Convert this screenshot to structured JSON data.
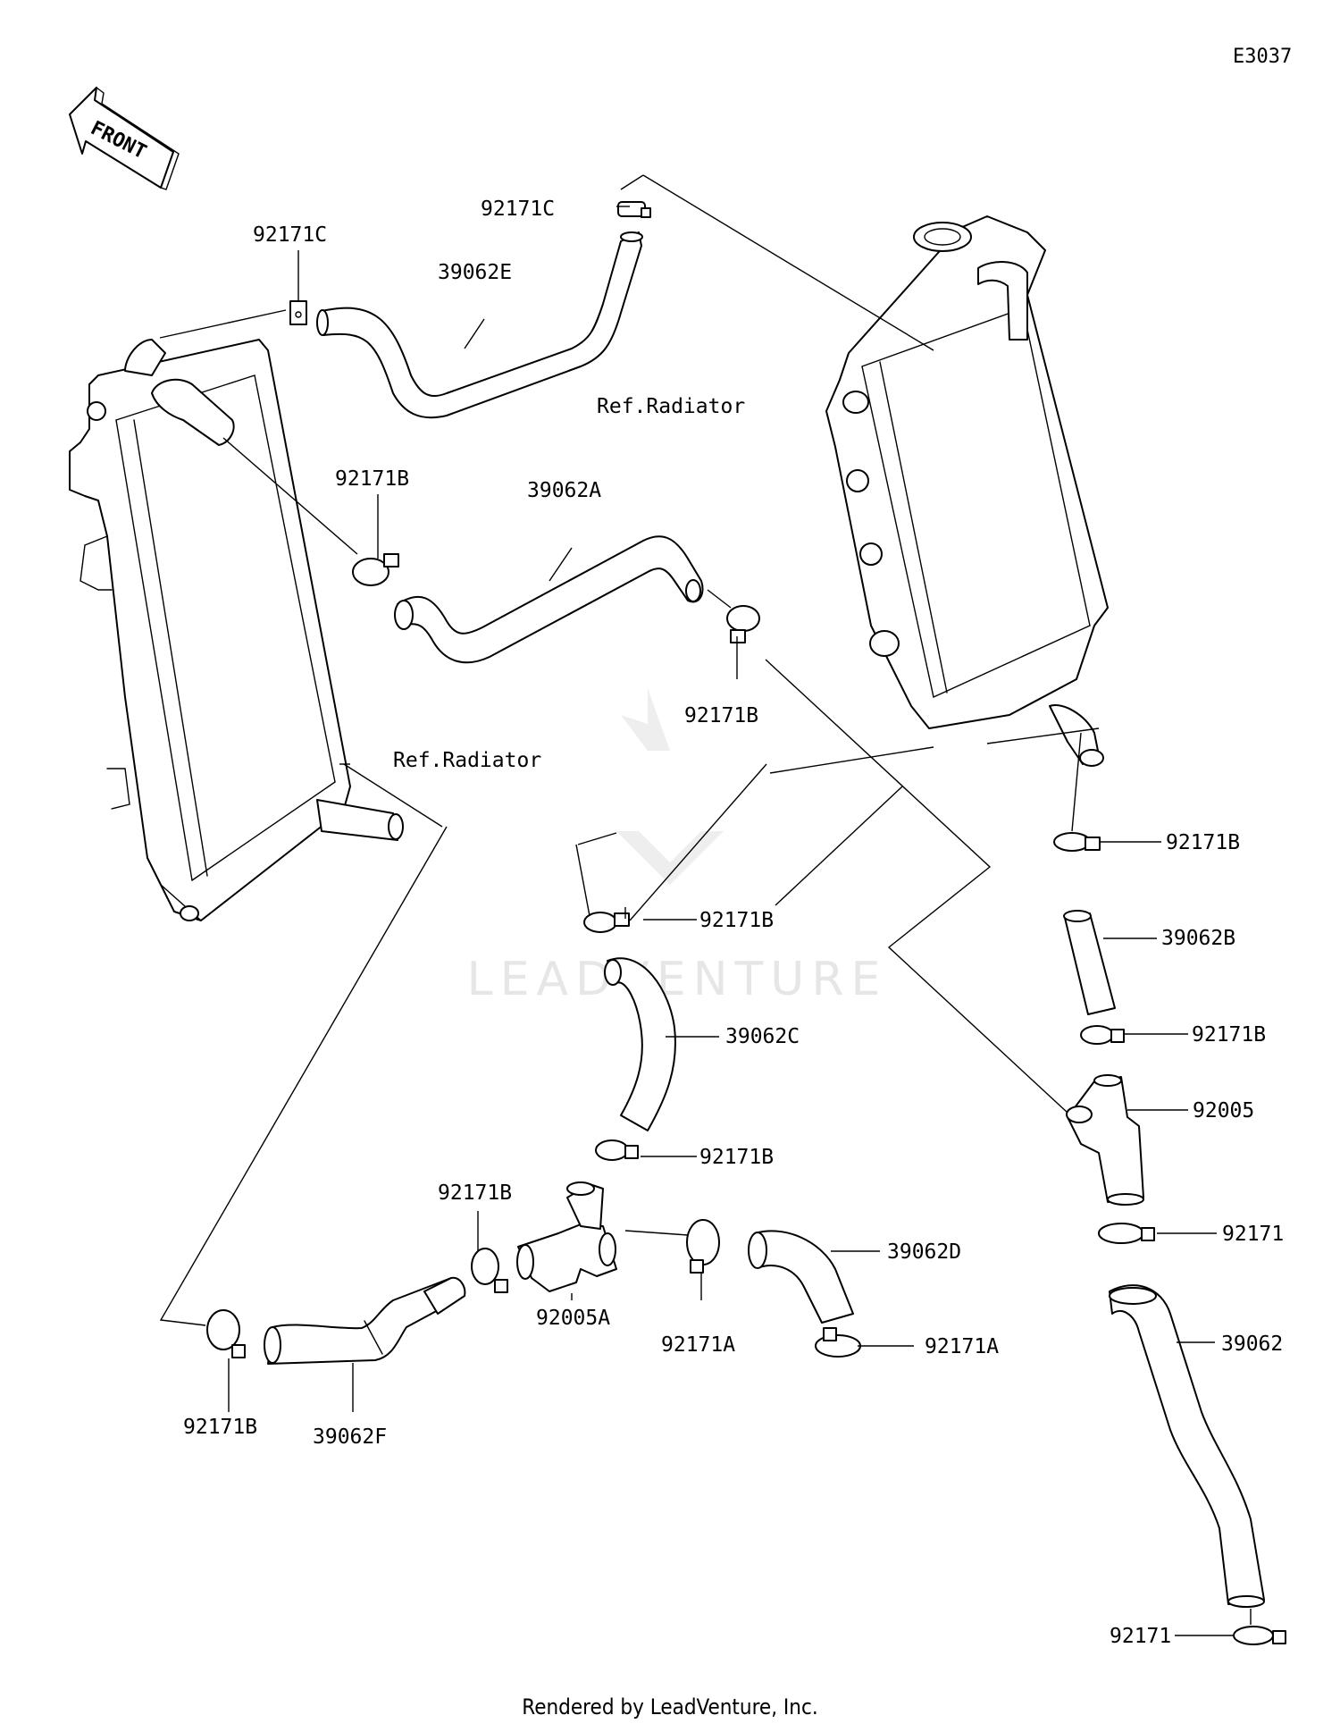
{
  "sheet_id": "E3037",
  "front_label": "FRONT",
  "watermark": "LEADVENTURE",
  "footer": "Rendered by LeadVenture, Inc.",
  "labels": {
    "c_top_left": "92171C",
    "c_top_mid": "92171C",
    "e": "39062E",
    "ref_radiator_right": "Ref.Radiator",
    "b_upper_left": "92171B",
    "a": "39062A",
    "b_upper_mid": "92171B",
    "ref_radiator_left": "Ref.Radiator",
    "b_right_1": "92171B",
    "b_mid_1": "92171B",
    "b_right_hose": "39062B",
    "c": "39062C",
    "b_right_2": "92171B",
    "t_right": "92005",
    "b_mid_2": "92171B",
    "b_left_joint": "92171B",
    "clamp_right": "92171",
    "d": "39062D",
    "t_mid": "92005A",
    "a_clamp_1": "92171A",
    "a_clamp_2": "92171A",
    "hose_right": "39062",
    "b_lower_left": "92171B",
    "f": "39062F",
    "clamp_bottom": "92171"
  }
}
